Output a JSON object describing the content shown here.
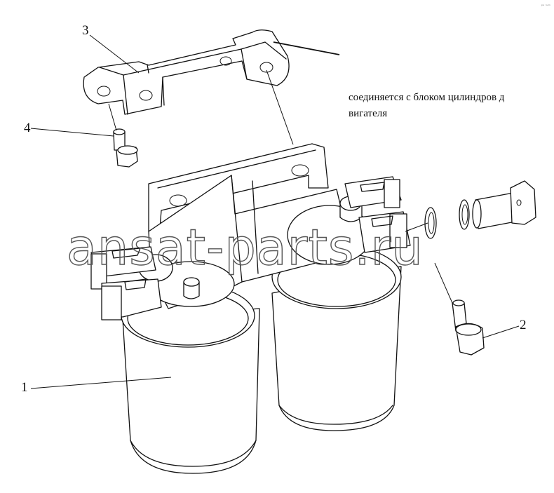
{
  "callouts": {
    "c1": "1",
    "c2": "2",
    "c3": "3",
    "c4": "4"
  },
  "note": {
    "line1": "соединяется с блоком цилиндров д",
    "line2": "вигателя"
  },
  "watermark": "ansat-parts.ru",
  "corner_mark": "ᵖᵃ ⁿᵘᵐ"
}
